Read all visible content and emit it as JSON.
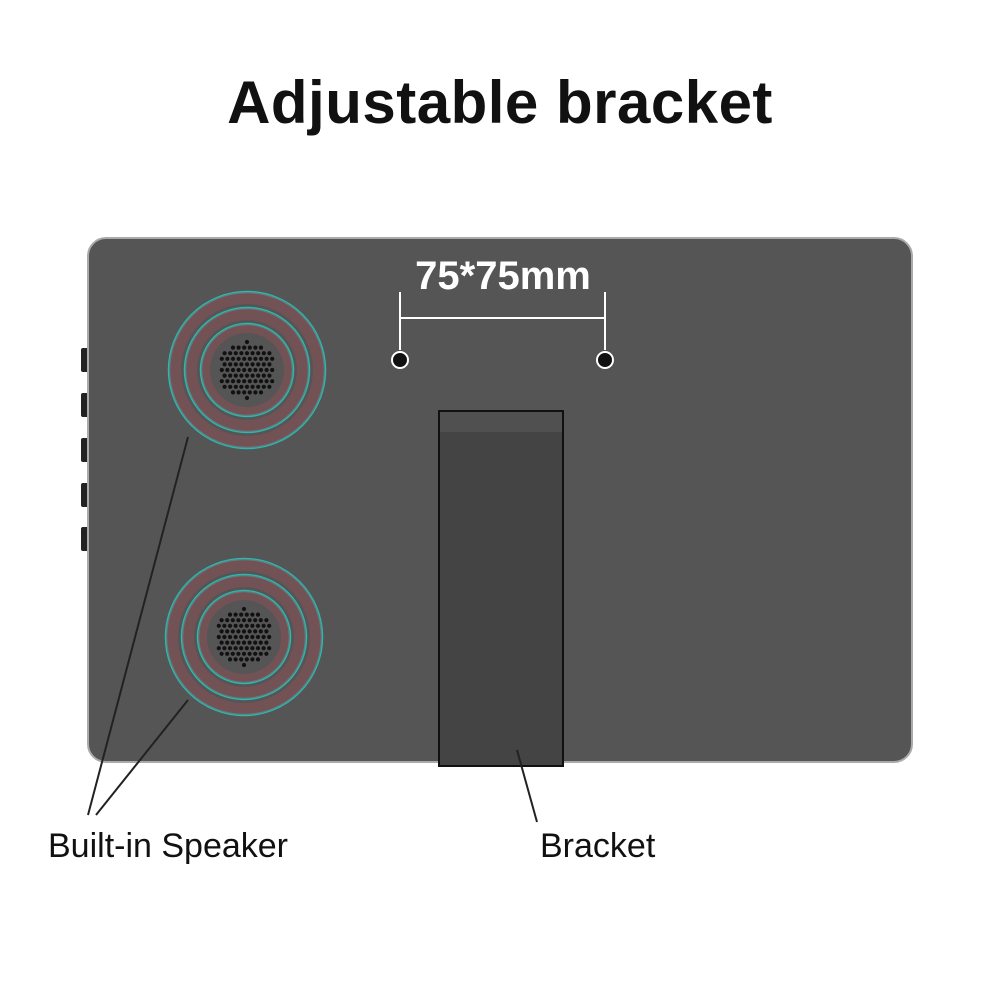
{
  "title": "Adjustable bracket",
  "vesa": {
    "label": "75*75mm"
  },
  "labels": {
    "speaker": "Built-in Speaker",
    "bracket": "Bracket"
  },
  "colors": {
    "panel": "#555555",
    "panel_border": "#aaaaaa",
    "bracket": "#444444",
    "ring_outer": "#2ab8b0",
    "ring_inner": "#8a5055",
    "grille": "#111111"
  },
  "icons": [
    "speaker-icon",
    "vesa-hole-icon",
    "side-button"
  ]
}
